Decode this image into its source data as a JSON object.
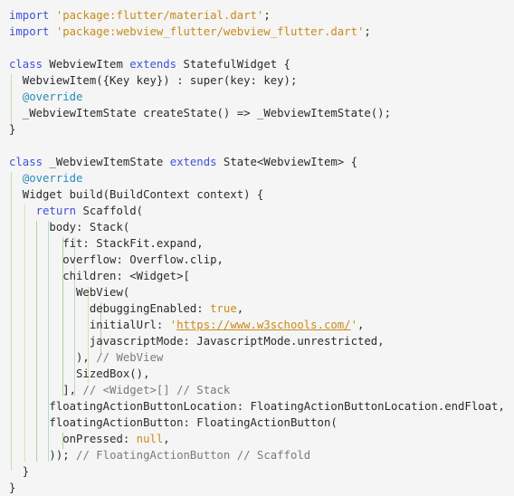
{
  "editor": {
    "lines": [
      [
        {
          "t": "import ",
          "c": "kw"
        },
        {
          "t": "'package:flutter/material.dart'",
          "c": "str"
        },
        {
          "t": ";",
          "c": ""
        }
      ],
      [
        {
          "t": "import ",
          "c": "kw"
        },
        {
          "t": "'package:webview_flutter/webview_flutter.dart'",
          "c": "str"
        },
        {
          "t": ";",
          "c": ""
        }
      ],
      [],
      [
        {
          "t": "class ",
          "c": "kw"
        },
        {
          "t": "WebviewItem ",
          "c": ""
        },
        {
          "t": "extends ",
          "c": "kw"
        },
        {
          "t": "StatefulWidget {",
          "c": ""
        }
      ],
      [
        {
          "t": "  WebviewItem({Key key}) : super(key: key);",
          "c": ""
        }
      ],
      [
        {
          "t": "  ",
          "c": ""
        },
        {
          "t": "@override",
          "c": "ann"
        }
      ],
      [
        {
          "t": "  _WebviewItemState createState() => _WebviewItemState();",
          "c": ""
        }
      ],
      [
        {
          "t": "}",
          "c": ""
        }
      ],
      [],
      [
        {
          "t": "class ",
          "c": "kw"
        },
        {
          "t": "_WebviewItemState ",
          "c": ""
        },
        {
          "t": "extends ",
          "c": "kw"
        },
        {
          "t": "State<WebviewItem> {",
          "c": ""
        }
      ],
      [
        {
          "t": "  ",
          "c": ""
        },
        {
          "t": "@override",
          "c": "ann"
        }
      ],
      [
        {
          "t": "  Widget build(BuildContext context) {",
          "c": ""
        }
      ],
      [
        {
          "t": "    ",
          "c": ""
        },
        {
          "t": "return ",
          "c": "kw"
        },
        {
          "t": "Scaffold(",
          "c": ""
        }
      ],
      [
        {
          "t": "      body: Stack(",
          "c": ""
        }
      ],
      [
        {
          "t": "        fit: StackFit.expand,",
          "c": ""
        }
      ],
      [
        {
          "t": "        overflow: Overflow.clip,",
          "c": ""
        }
      ],
      [
        {
          "t": "        children: <Widget>[",
          "c": ""
        }
      ],
      [
        {
          "t": "          WebView(",
          "c": ""
        }
      ],
      [
        {
          "t": "            debuggingEnabled: ",
          "c": ""
        },
        {
          "t": "true",
          "c": "num"
        },
        {
          "t": ",",
          "c": ""
        }
      ],
      [
        {
          "t": "            initialUrl: ",
          "c": ""
        },
        {
          "t": "'",
          "c": "str"
        },
        {
          "t": "https://www.w3schools.com/",
          "c": "url"
        },
        {
          "t": "'",
          "c": "str"
        },
        {
          "t": ",",
          "c": ""
        }
      ],
      [
        {
          "t": "            javascriptMode: JavascriptMode.unrestricted,",
          "c": ""
        }
      ],
      [
        {
          "t": "          ), ",
          "c": ""
        },
        {
          "t": "// WebView",
          "c": "cm"
        }
      ],
      [
        {
          "t": "          SizedBox(),",
          "c": ""
        }
      ],
      [
        {
          "t": "        ], ",
          "c": ""
        },
        {
          "t": "// <Widget>[] // Stack",
          "c": "cm"
        }
      ],
      [
        {
          "t": "      floatingActionButtonLocation: FloatingActionButtonLocation.endFloat,",
          "c": ""
        }
      ],
      [
        {
          "t": "      floatingActionButton: FloatingActionButton(",
          "c": ""
        }
      ],
      [
        {
          "t": "        onPressed: ",
          "c": ""
        },
        {
          "t": "null",
          "c": "num"
        },
        {
          "t": ",",
          "c": ""
        }
      ],
      [
        {
          "t": "      )); ",
          "c": ""
        },
        {
          "t": "// FloatingActionButton // Scaffold",
          "c": "cm"
        }
      ],
      [
        {
          "t": "  }",
          "c": ""
        }
      ],
      [
        {
          "t": "}",
          "c": ""
        }
      ]
    ]
  }
}
